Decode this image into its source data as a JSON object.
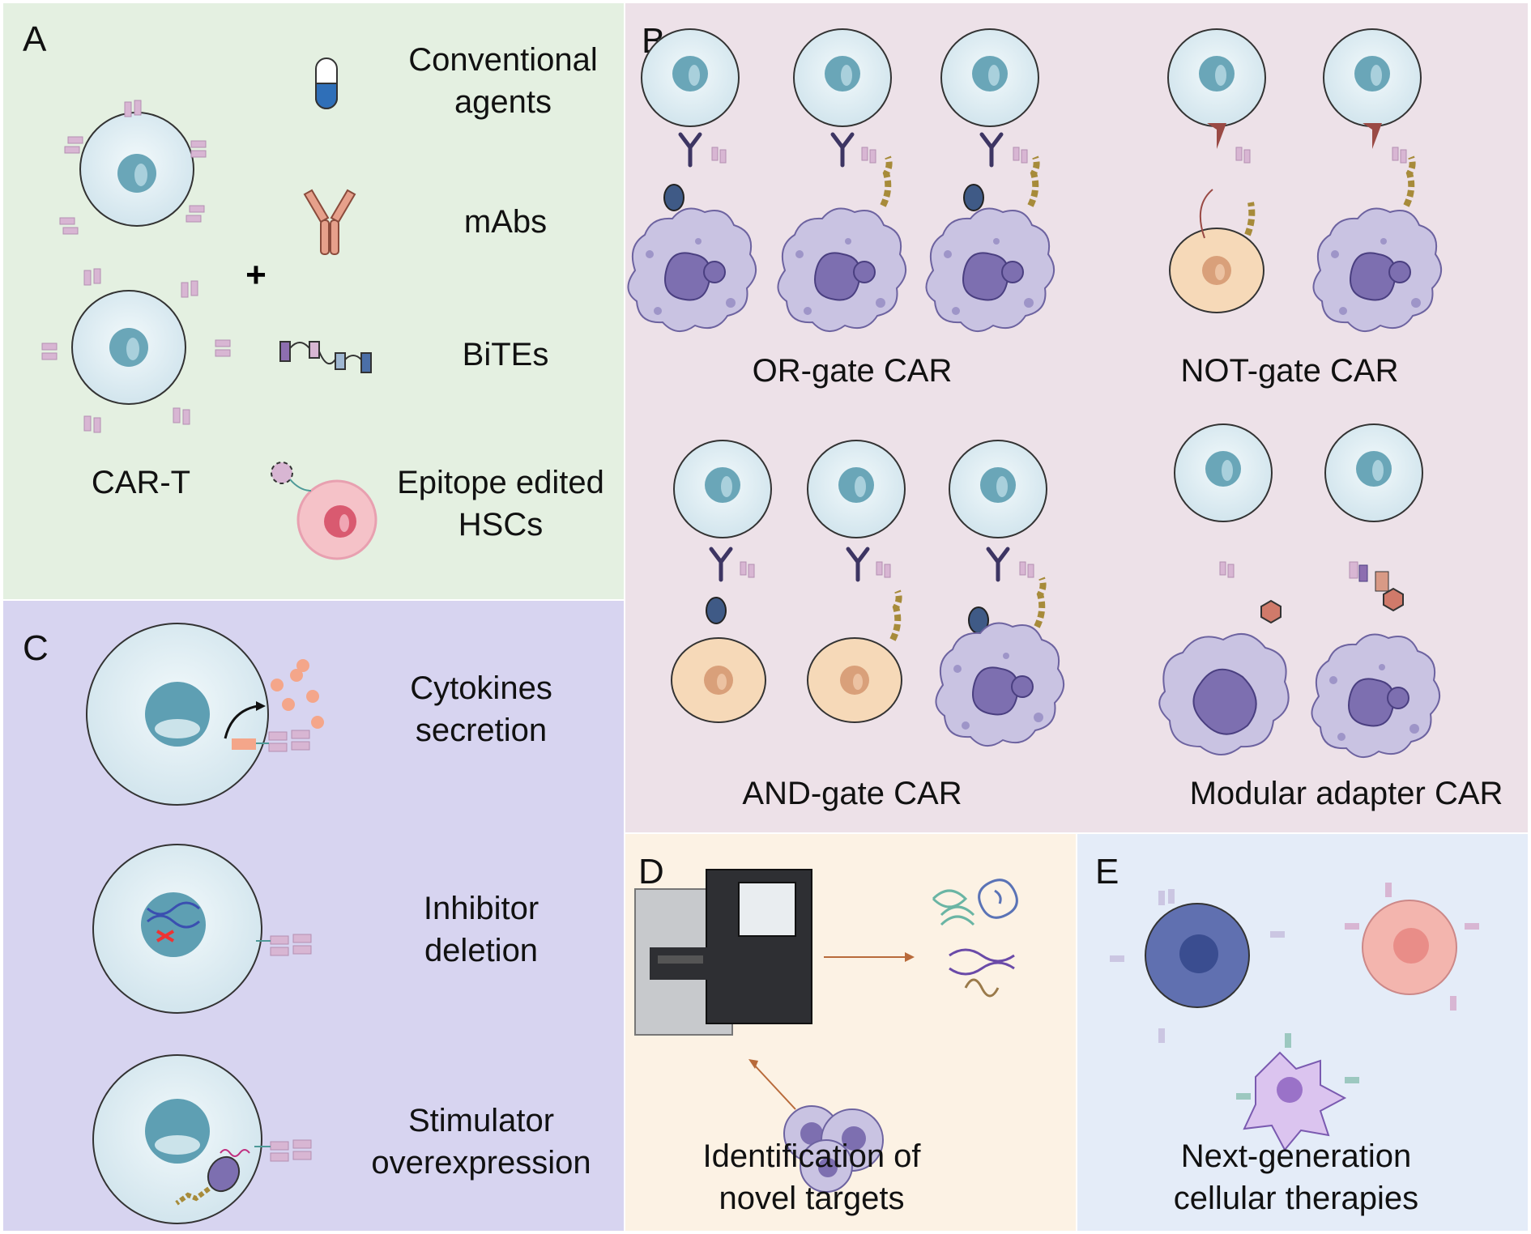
{
  "panels": {
    "A": {
      "letter": "A",
      "car_t_label": "CAR-T",
      "plus": "+",
      "items": [
        {
          "line1": "Conventional",
          "line2": "agents",
          "icon": "capsule-icon"
        },
        {
          "line1": "mAbs",
          "line2": "",
          "icon": "antibody-icon"
        },
        {
          "line1": "BiTEs",
          "line2": "",
          "icon": "bispecific-icon"
        },
        {
          "line1": "Epitope edited",
          "line2": "HSCs",
          "icon": "hsc-cell-icon"
        }
      ]
    },
    "B": {
      "letter": "B",
      "or_gate": "OR-gate CAR",
      "not_gate": "NOT-gate CAR",
      "and_gate": "AND-gate CAR",
      "modular": "Modular adapter CAR"
    },
    "C": {
      "letter": "C",
      "items": [
        {
          "line1": "Cytokines",
          "line2": "secretion"
        },
        {
          "line1": "Inhibitor",
          "line2": "deletion"
        },
        {
          "line1": "Stimulator",
          "line2": "overexpression"
        }
      ]
    },
    "D": {
      "letter": "D",
      "line1": "Identification of",
      "line2": "novel targets"
    },
    "E": {
      "letter": "E",
      "line1": "Next-generation",
      "line2": "cellular therapies"
    }
  },
  "colors": {
    "panel_a_bg": "#e4f0e1",
    "panel_b_bg": "#ede1e8",
    "panel_c_bg": "#d7d4f0",
    "panel_d_bg": "#fcf2e4",
    "panel_e_bg": "#e4ecf8",
    "t_cell": "#dcecf2",
    "nucleus": "#6aa6b8",
    "tumor_cell": "#c9c3e2",
    "healthy_cell": "#f6d9b8",
    "receptor": "#c9a8c6"
  }
}
